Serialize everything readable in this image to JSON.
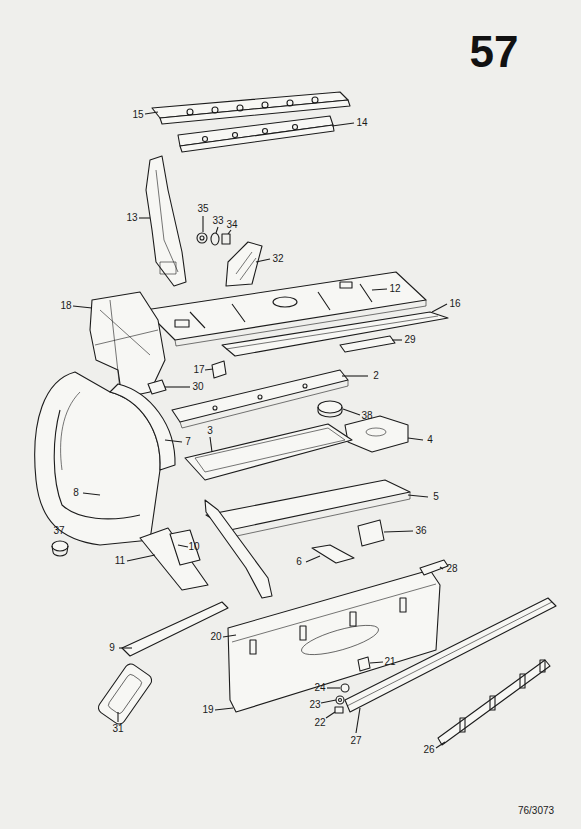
{
  "diagram": {
    "title": "57",
    "labels": [
      "15",
      "14",
      "13",
      "35",
      "33",
      "34",
      "32",
      "12",
      "18",
      "16",
      "17",
      "29",
      "2",
      "30",
      "38",
      "3",
      "4",
      "7",
      "8",
      "5",
      "10",
      "37",
      "11",
      "36",
      "6",
      "28",
      "9",
      "20",
      "21",
      "24",
      "23",
      "22",
      "19",
      "31",
      "27",
      "26",
      "76/3073"
    ]
  }
}
